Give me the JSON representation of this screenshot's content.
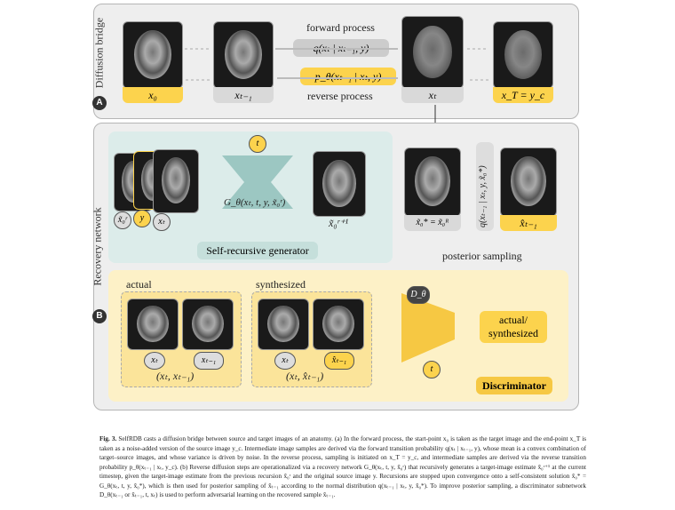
{
  "panel_a": {
    "badge": "A",
    "title": "Diffusion bridge",
    "images": [
      {
        "label": "x₀"
      },
      {
        "label": "xₜ₋₁"
      },
      {
        "label": "xₜ"
      },
      {
        "label": "x_T = y_c"
      }
    ],
    "forward_label": "forward process",
    "forward_formula": "q(xₜ | xₜ₋₁, y)",
    "reverse_label": "reverse process",
    "reverse_formula": "p_θ(xₜ₋₁ | xₜ, y)"
  },
  "panel_b": {
    "badge": "B",
    "title": "Recovery network",
    "generator": {
      "input_labels": [
        "x̃₀ʳ",
        "y",
        "xₜ"
      ],
      "time": "t",
      "formula": "G_θ(xₜ, t, y, x̃₀ʳ)",
      "output_label": "x̃₀ʳ⁺¹",
      "loop_label": "Self-recursive generator"
    },
    "converged_label": "x̃₀* = x̃₀ᴿ",
    "posterior_formula": "q(xₜ₋₁ | xₜ, y, x̃₀*)",
    "posterior_output": "x̂ₜ₋₁",
    "posterior_label": "posterior sampling",
    "discriminator": {
      "actual_title": "actual",
      "actual_labels": [
        "xₜ",
        "xₜ₋₁"
      ],
      "actual_pair": "(xₜ, xₜ₋₁)",
      "synth_title": "synthesized",
      "synth_labels": [
        "xₜ",
        "x̂ₜ₋₁"
      ],
      "synth_pair": "(xₜ, x̂ₜ₋₁)",
      "symbol": "D_θ",
      "time": "t",
      "output": "actual/ synthesized",
      "name": "Discriminator"
    }
  },
  "caption": {
    "fig": "Fig. 3.",
    "text": "SelfRDB casts a diffusion bridge between source and target images of an anatomy. (a) In the forward process, the start-point x₀ is taken as the target image and the end-point x_T is taken as a noise-added version of the source image y_c. Intermediate image samples are derived via the forward transition probability q(xₜ | xₜ₋₁, y), whose mean is a convex combination of target–source images, and whose variance is driven by noise. In the reverse process, sampling is initiated on x_T = y_c, and intermediate samples are derived via the reverse transition probability p_θ(xₜ₋₁ | xₜ, y_c). (b) Reverse diffusion steps are operationalized via a recovery network G_θ(xₜ, t, y, x̃₀ʳ) that recursively generates a target-image estimate x̃₀ʳ⁺¹ at the current timestep, given the target-image estimate from the previous recursion x̃₀ʳ and the original source image y. Recursions are stopped upon convergence onto a self-consistent solution x̃₀* = G_θ(xₜ, t, y, x̃₀*), which is then used for posterior sampling of x̂ₜ₋₁ according to the normal distribution q(xₜ₋₁ | xₜ, y, x̃₀*). To improve posterior sampling, a discriminator subnetwork D_θ(xₜ₋₁ or x̂ₜ₋₁, t, xₜ) is used to perform adversarial learning on the recovered sample x̂ₜ₋₁."
  },
  "colors": {
    "yellow": "#fcd34d",
    "teal_panel": "#dcecea",
    "yellow_panel": "#fdf1c7",
    "gray_panel": "#eeeeee"
  }
}
